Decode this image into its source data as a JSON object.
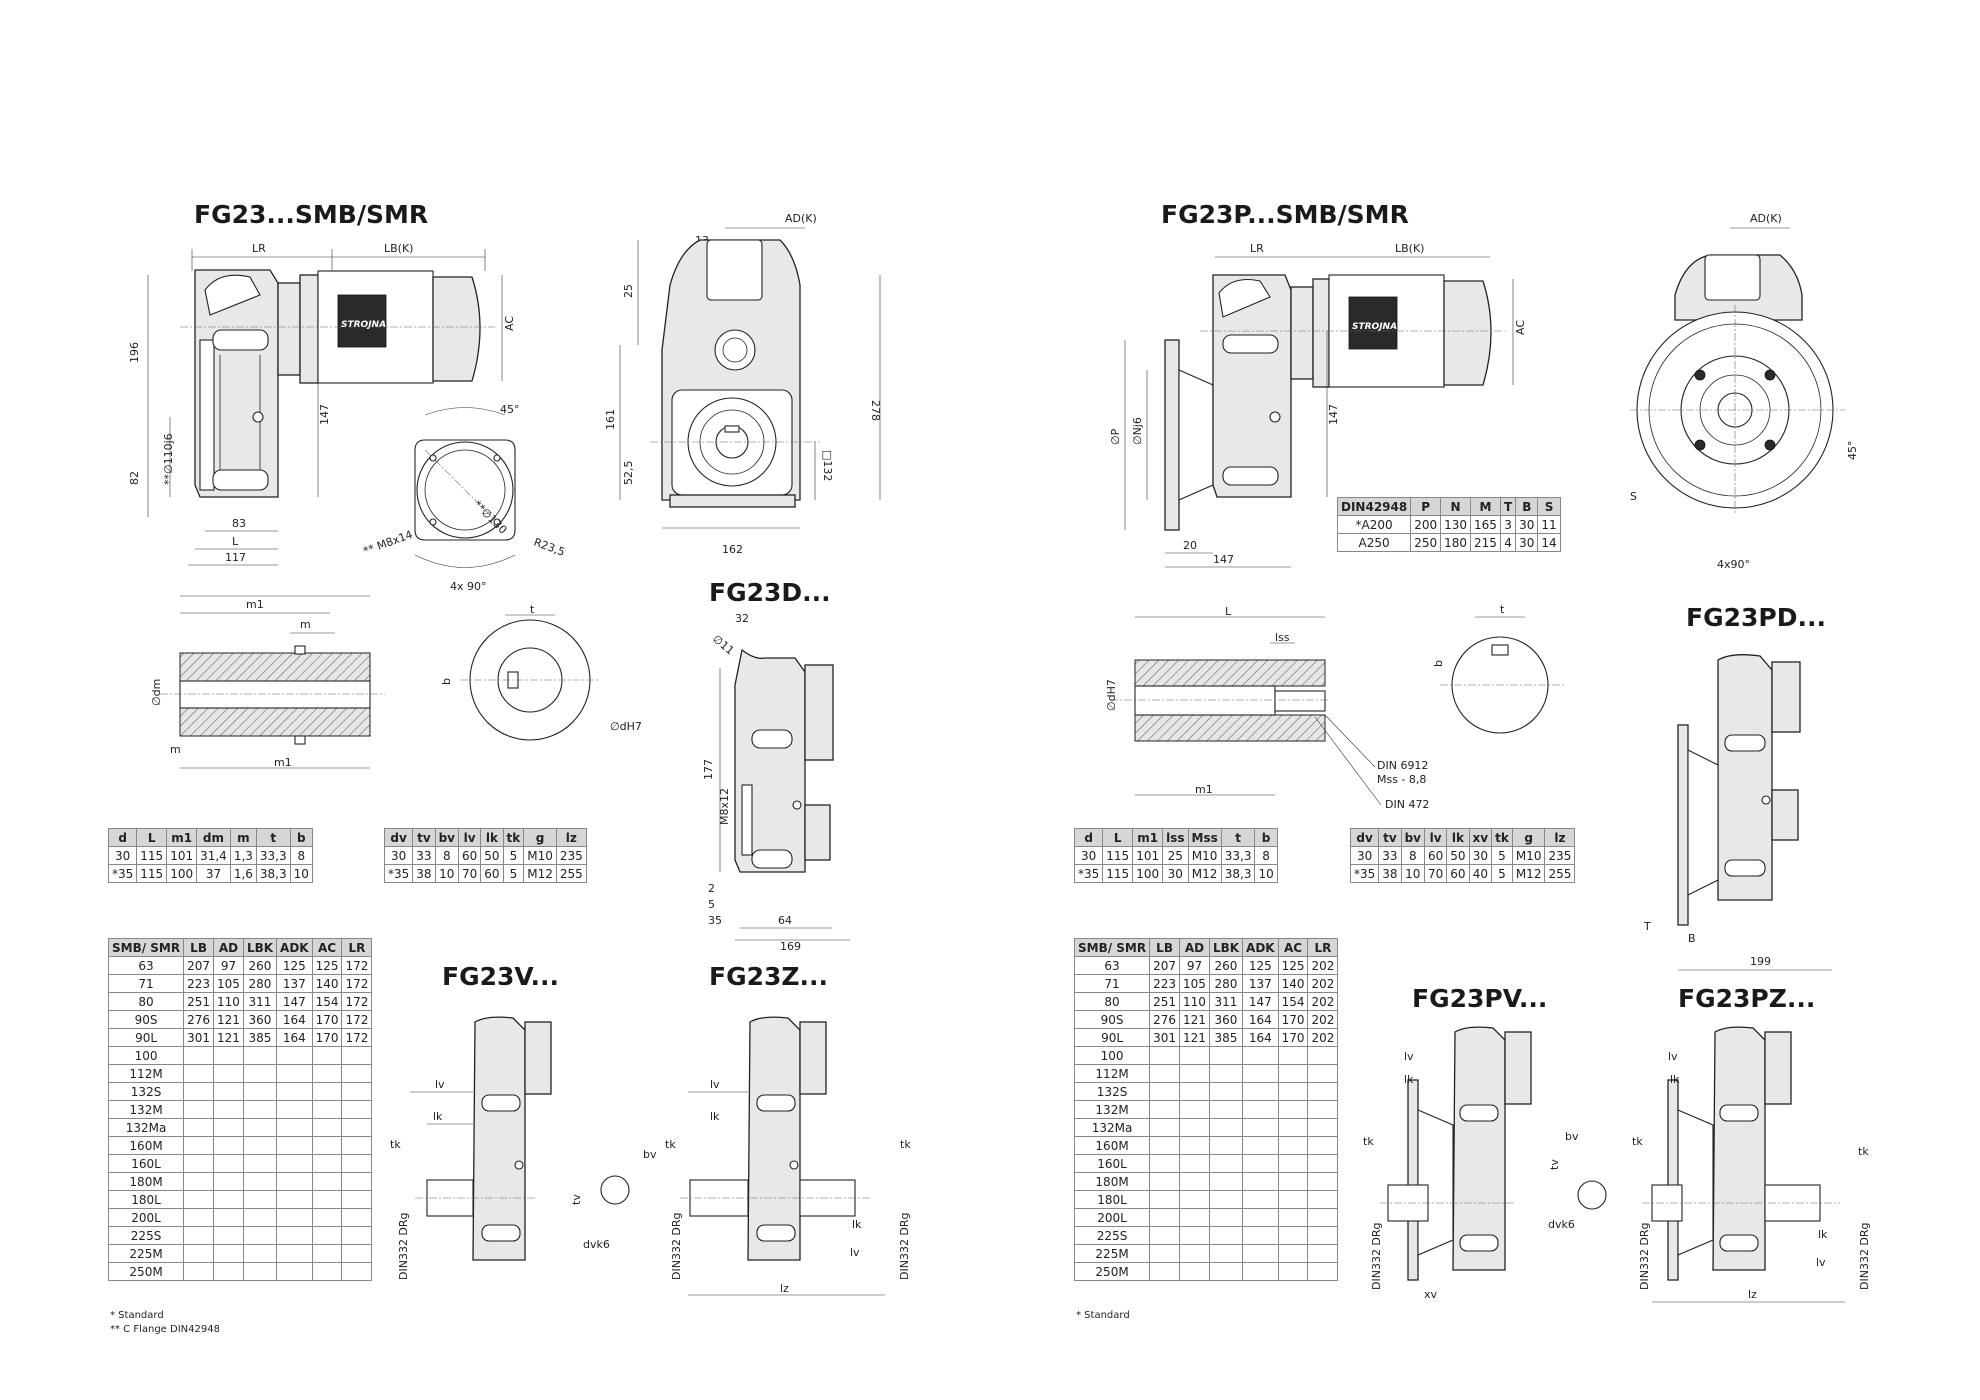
{
  "titles": {
    "smb": "FG23...SMB/SMR",
    "psmb": "FG23P...SMB/SMR",
    "d": "FG23D...",
    "pd": "FG23PD...",
    "v": "FG23V...",
    "z": "FG23Z...",
    "pv": "FG23PV...",
    "pz": "FG23PZ..."
  },
  "brand_label": "STROJNA",
  "dims": {
    "lr": "LR",
    "lbk": "LB(K)",
    "ac": "AC",
    "adk": "AD(K)",
    "v196": "196",
    "v82": "82",
    "v147": "147",
    "v110": "**∅110j6",
    "v83": "83",
    "vL": "L",
    "v117": "117",
    "v13": "13",
    "v25": "25",
    "v161": "161",
    "v525": "52,5",
    "v278": "278",
    "v132": "□132",
    "v162": "162",
    "v45": "45°",
    "v130": "**∅130",
    "m8": "** M8x14",
    "r235": "R23,5",
    "x90": "4x 90°",
    "p": "∅P",
    "nj6": "∅Nj6",
    "v20": "20",
    "v147b": "147",
    "s": "S",
    "v45b": "45°",
    "x90b": "4x90°",
    "m1": "m1",
    "m": "m",
    "dm": "∅dm",
    "t": "t",
    "b": "b",
    "dh7": "∅dH7",
    "lss": "lss",
    "dh7b": "∅dH7",
    "din6912": "DIN 6912",
    "mss": "Mss - 8,8",
    "din472": "DIN 472",
    "v32": "32",
    "v11": "∅11",
    "v177": "177",
    "m812": "M8x12",
    "v2": "2",
    "v5": "5",
    "v35": "35",
    "v64": "64",
    "v169": "169",
    "tT": "T",
    "bB": "B",
    "v199": "199",
    "lv": "lv",
    "lk": "lk",
    "tk": "tk",
    "bv": "bv",
    "tv": "tv",
    "dvk6": "dvk6",
    "din332": "DIN332 DRg",
    "lz": "lz",
    "xv": "xv"
  },
  "flange_table": {
    "headers": [
      "DIN42948",
      "P",
      "N",
      "M",
      "T",
      "B",
      "S"
    ],
    "rows": [
      [
        "*A200",
        "200",
        "130",
        "165",
        "3",
        "30",
        "11"
      ],
      [
        "A250",
        "250",
        "180",
        "215",
        "4",
        "30",
        "14"
      ]
    ]
  },
  "shaft_table_left": {
    "headers": [
      "d",
      "L",
      "m1",
      "dm",
      "m",
      "t",
      "b"
    ],
    "rows": [
      [
        "30",
        "115",
        "101",
        "31,4",
        "1,3",
        "33,3",
        "8"
      ],
      [
        "*35",
        "115",
        "100",
        "37",
        "1,6",
        "38,3",
        "10"
      ]
    ]
  },
  "shaft_table_right": {
    "headers": [
      "d",
      "L",
      "m1",
      "lss",
      "Mss",
      "t",
      "b"
    ],
    "rows": [
      [
        "30",
        "115",
        "101",
        "25",
        "M10",
        "33,3",
        "8"
      ],
      [
        "*35",
        "115",
        "100",
        "30",
        "M12",
        "38,3",
        "10"
      ]
    ]
  },
  "output_table_left": {
    "headers": [
      "dv",
      "tv",
      "bv",
      "lv",
      "lk",
      "tk",
      "g",
      "lz"
    ],
    "rows": [
      [
        "30",
        "33",
        "8",
        "60",
        "50",
        "5",
        "M10",
        "235"
      ],
      [
        "*35",
        "38",
        "10",
        "70",
        "60",
        "5",
        "M12",
        "255"
      ]
    ]
  },
  "output_table_right": {
    "headers": [
      "dv",
      "tv",
      "bv",
      "lv",
      "lk",
      "xv",
      "tk",
      "g",
      "lz"
    ],
    "rows": [
      [
        "30",
        "33",
        "8",
        "60",
        "50",
        "30",
        "5",
        "M10",
        "235"
      ],
      [
        "*35",
        "38",
        "10",
        "70",
        "60",
        "40",
        "5",
        "M12",
        "255"
      ]
    ]
  },
  "motor_table_left": {
    "headers": [
      "SMB/ SMR",
      "LB",
      "AD",
      "LBK",
      "ADK",
      "AC",
      "LR"
    ],
    "rows": [
      [
        "63",
        "207",
        "97",
        "260",
        "125",
        "125",
        "172"
      ],
      [
        "71",
        "223",
        "105",
        "280",
        "137",
        "140",
        "172"
      ],
      [
        "80",
        "251",
        "110",
        "311",
        "147",
        "154",
        "172"
      ],
      [
        "90S",
        "276",
        "121",
        "360",
        "164",
        "170",
        "172"
      ],
      [
        "90L",
        "301",
        "121",
        "385",
        "164",
        "170",
        "172"
      ],
      [
        "100",
        "",
        "",
        "",
        "",
        "",
        ""
      ],
      [
        "112M",
        "",
        "",
        "",
        "",
        "",
        ""
      ],
      [
        "132S",
        "",
        "",
        "",
        "",
        "",
        ""
      ],
      [
        "132M",
        "",
        "",
        "",
        "",
        "",
        ""
      ],
      [
        "132Ma",
        "",
        "",
        "",
        "",
        "",
        ""
      ],
      [
        "160M",
        "",
        "",
        "",
        "",
        "",
        ""
      ],
      [
        "160L",
        "",
        "",
        "",
        "",
        "",
        ""
      ],
      [
        "180M",
        "",
        "",
        "",
        "",
        "",
        ""
      ],
      [
        "180L",
        "",
        "",
        "",
        "",
        "",
        ""
      ],
      [
        "200L",
        "",
        "",
        "",
        "",
        "",
        ""
      ],
      [
        "225S",
        "",
        "",
        "",
        "",
        "",
        ""
      ],
      [
        "225M",
        "",
        "",
        "",
        "",
        "",
        ""
      ],
      [
        "250M",
        "",
        "",
        "",
        "",
        "",
        ""
      ]
    ]
  },
  "motor_table_right": {
    "headers": [
      "SMB/ SMR",
      "LB",
      "AD",
      "LBK",
      "ADK",
      "AC",
      "LR"
    ],
    "rows": [
      [
        "63",
        "207",
        "97",
        "260",
        "125",
        "125",
        "202"
      ],
      [
        "71",
        "223",
        "105",
        "280",
        "137",
        "140",
        "202"
      ],
      [
        "80",
        "251",
        "110",
        "311",
        "147",
        "154",
        "202"
      ],
      [
        "90S",
        "276",
        "121",
        "360",
        "164",
        "170",
        "202"
      ],
      [
        "90L",
        "301",
        "121",
        "385",
        "164",
        "170",
        "202"
      ],
      [
        "100",
        "",
        "",
        "",
        "",
        "",
        ""
      ],
      [
        "112M",
        "",
        "",
        "",
        "",
        "",
        ""
      ],
      [
        "132S",
        "",
        "",
        "",
        "",
        "",
        ""
      ],
      [
        "132M",
        "",
        "",
        "",
        "",
        "",
        ""
      ],
      [
        "132Ma",
        "",
        "",
        "",
        "",
        "",
        ""
      ],
      [
        "160M",
        "",
        "",
        "",
        "",
        "",
        ""
      ],
      [
        "160L",
        "",
        "",
        "",
        "",
        "",
        ""
      ],
      [
        "180M",
        "",
        "",
        "",
        "",
        "",
        ""
      ],
      [
        "180L",
        "",
        "",
        "",
        "",
        "",
        ""
      ],
      [
        "200L",
        "",
        "",
        "",
        "",
        "",
        ""
      ],
      [
        "225S",
        "",
        "",
        "",
        "",
        "",
        ""
      ],
      [
        "225M",
        "",
        "",
        "",
        "",
        "",
        ""
      ],
      [
        "250M",
        "",
        "",
        "",
        "",
        "",
        ""
      ]
    ]
  },
  "notes": {
    "standard_left": "* Standard",
    "cflange": "** C Flange DIN42948",
    "standard_right": "* Standard"
  }
}
